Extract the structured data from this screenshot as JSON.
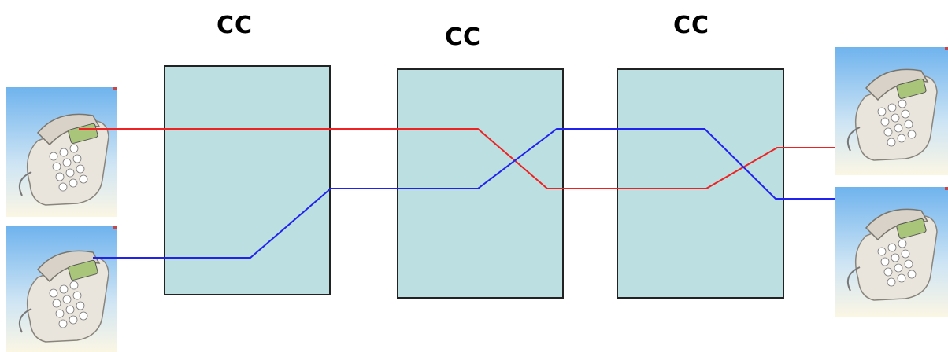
{
  "labels": {
    "cc1": "CC",
    "cc2": "CC",
    "cc3": "CC"
  },
  "colors": {
    "box_fill": "#bcdfe2",
    "box_border": "#222222",
    "red_path": "#ee2222",
    "blue_path": "#2222ee"
  },
  "icons": {
    "phone_left_top": "desk-telephone-icon",
    "phone_left_bottom": "desk-telephone-icon",
    "phone_right_top": "desk-telephone-icon",
    "phone_right_bottom": "desk-telephone-icon"
  }
}
